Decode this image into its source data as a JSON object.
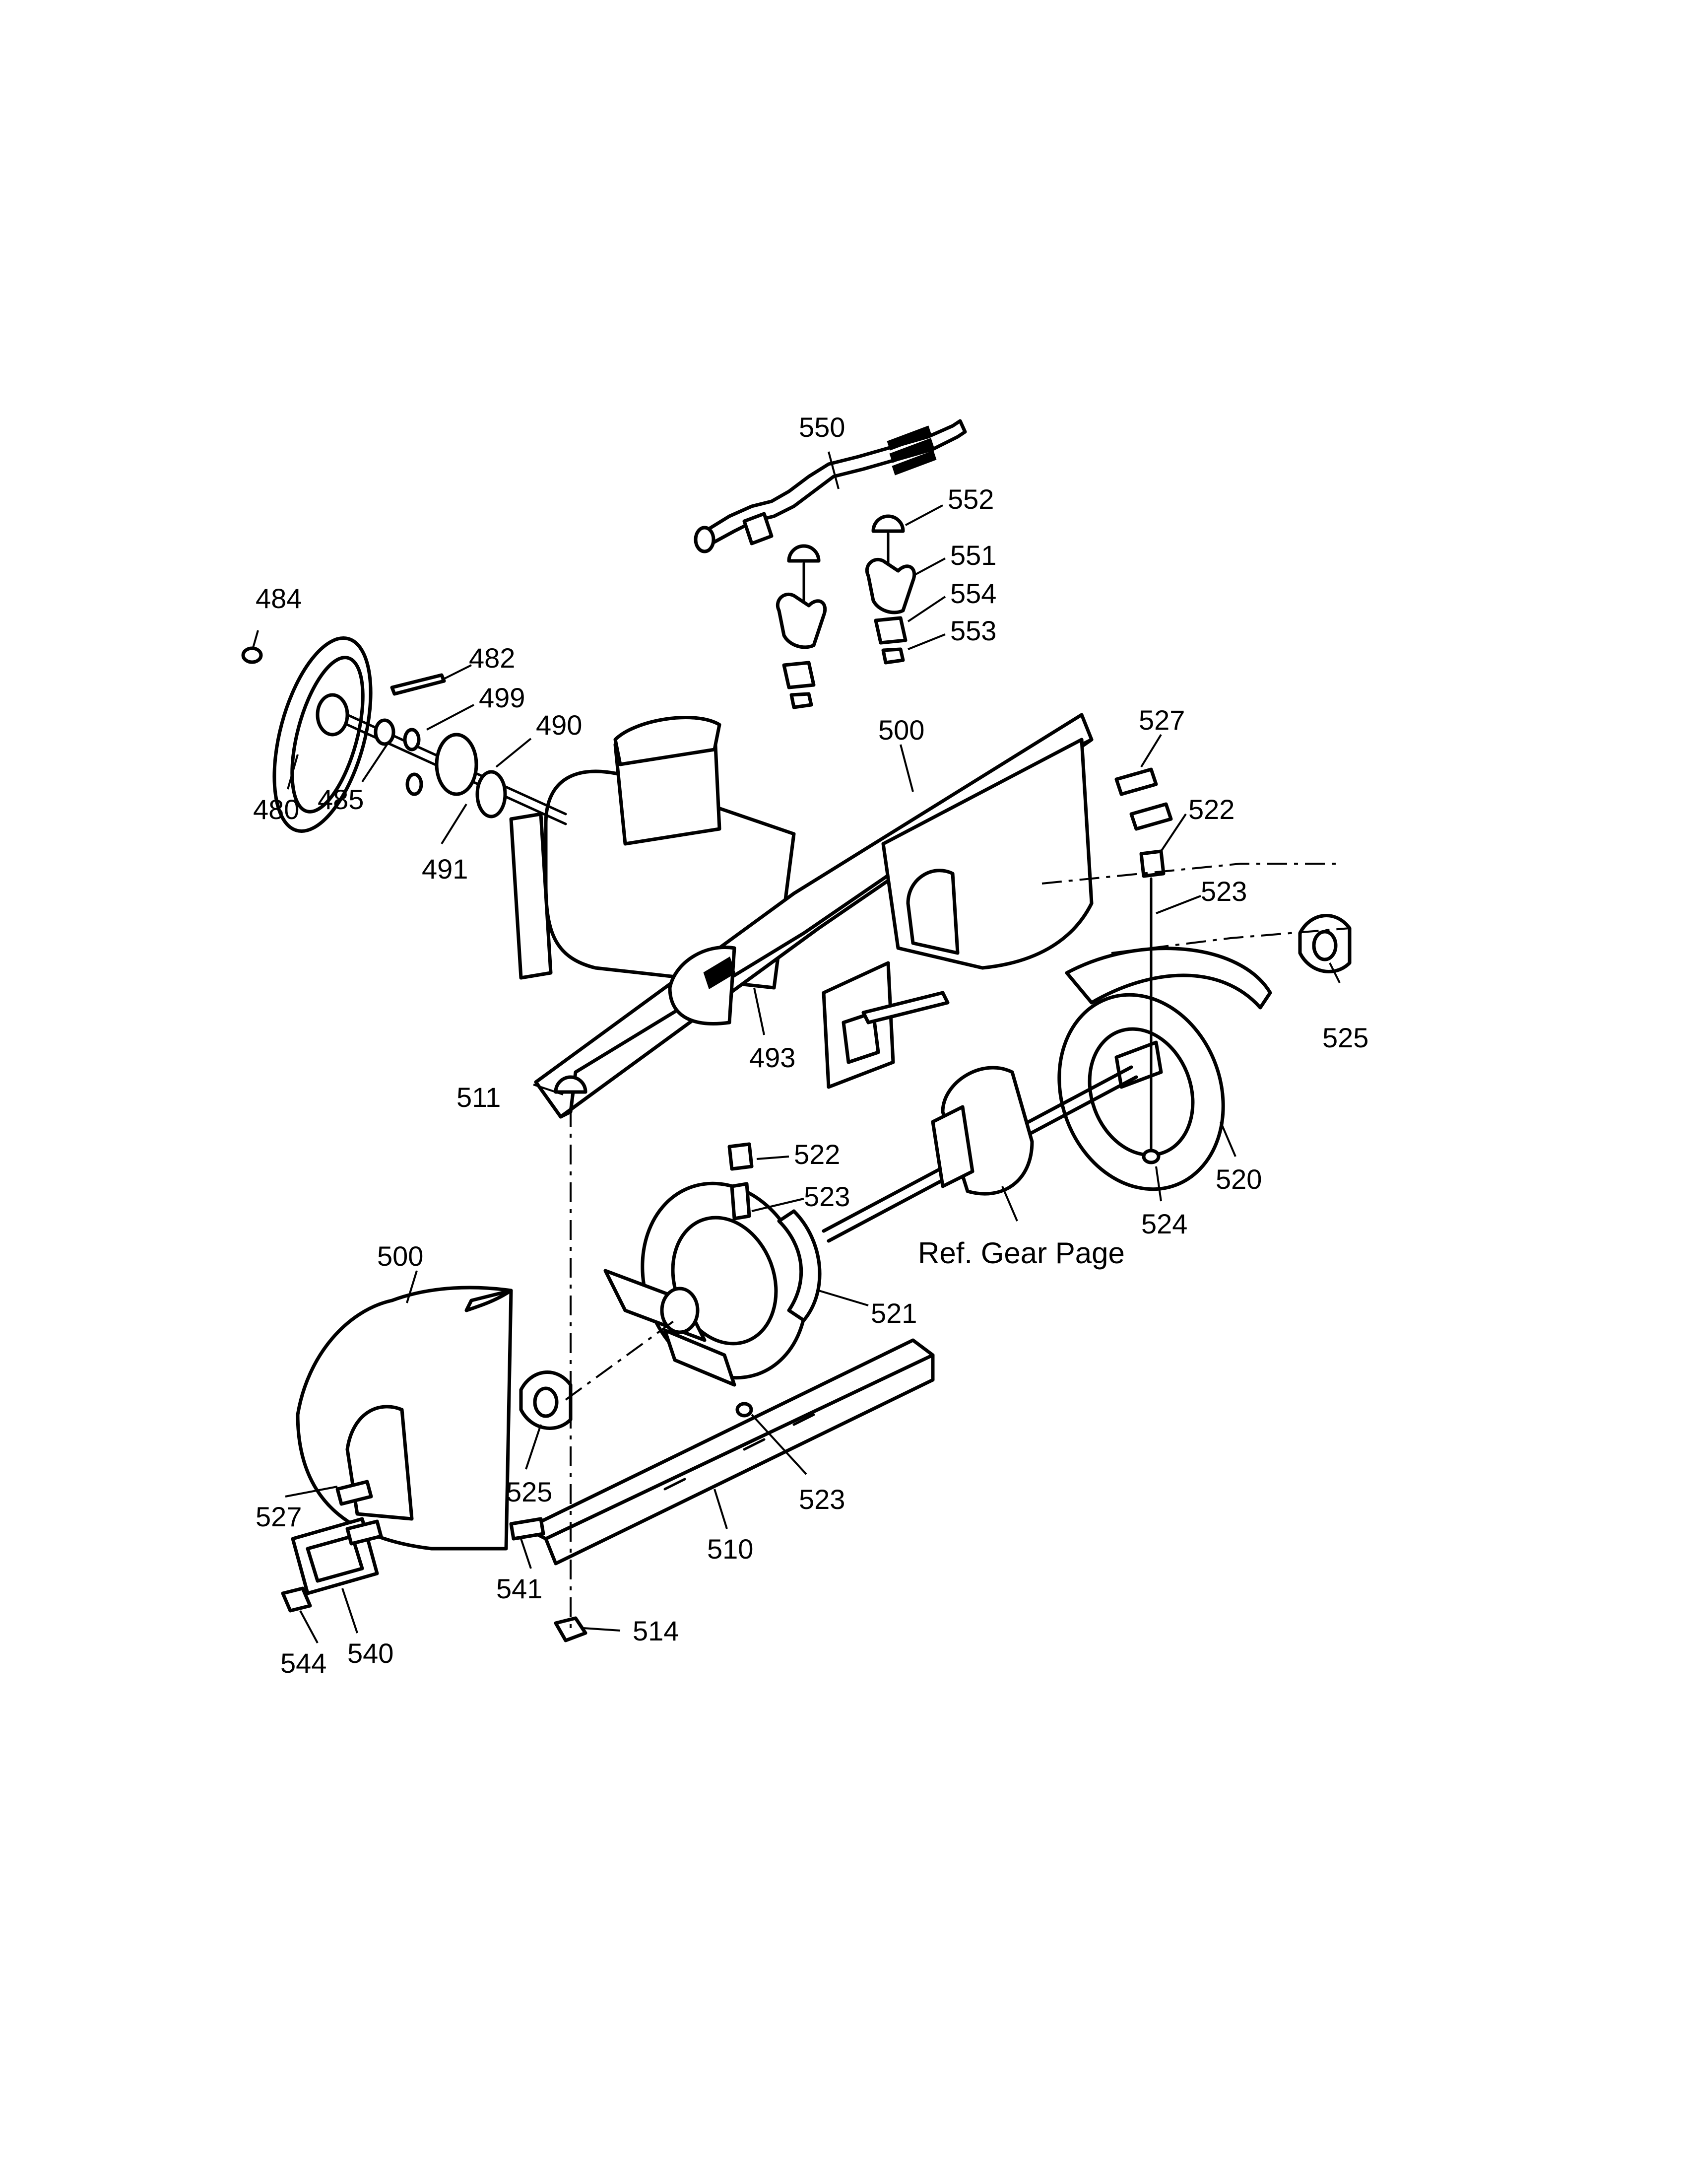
{
  "colors": {
    "ink": "#000000",
    "paper": "#ffffff"
  },
  "labels": {
    "p550": "550",
    "p552": "552",
    "p551": "551",
    "p554": "554",
    "p553": "553",
    "p484": "484",
    "p482": "482",
    "p499": "499",
    "p490": "490",
    "p500_top": "500",
    "p527_top": "527",
    "p522_top": "522",
    "p523_top": "523",
    "p480": "480",
    "p485": "485",
    "p491": "491",
    "p525_right": "525",
    "p493": "493",
    "p511": "511",
    "p522_mid": "522",
    "p523_mid": "523",
    "p520": "520",
    "p524": "524",
    "ref_gear": "Ref. Gear Page",
    "p500_bottom": "500",
    "p521": "521",
    "p525_left": "525",
    "p527_bottom": "527",
    "p523_bottom": "523",
    "p510": "510",
    "p541": "541",
    "p514": "514",
    "p544": "544",
    "p540": "540"
  }
}
